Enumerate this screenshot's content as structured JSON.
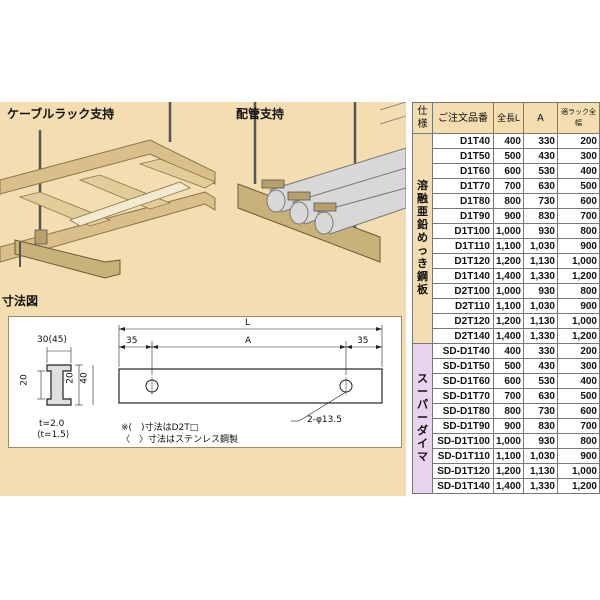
{
  "sections": {
    "cable_rack": "ケーブルラック支持",
    "pipe": "配管支持",
    "dims": "寸法図"
  },
  "dimensions": {
    "width_label": "30(45)",
    "height_outer": "40",
    "height_inner": "20",
    "side_small": "20",
    "thickness_1": "t=2.0",
    "thickness_2": "⟨t=1.5⟩",
    "length_L": "L",
    "length_A": "A",
    "offset_left": "35",
    "offset_right": "35",
    "hole": "2-φ13.5"
  },
  "notes": {
    "n1": "※(　)寸法はD2T□",
    "n2": "〈　〉寸法はステンレス鋼製"
  },
  "table": {
    "headers": {
      "spec": "仕様",
      "model": "ご注文品番",
      "length": "全長L",
      "a": "A",
      "rack_width": "適ラック全幅"
    },
    "group1_label": [
      "溶",
      "融",
      "亜",
      "鉛",
      "め",
      "っ",
      "き",
      "鋼",
      "板"
    ],
    "group2_label": [
      "ス",
      "ー",
      "パ",
      "ー",
      "ダ",
      "イ",
      "マ"
    ],
    "group1_rows": [
      {
        "model": "D1T40",
        "length": "400",
        "a": "330",
        "rack": "200"
      },
      {
        "model": "D1T50",
        "length": "500",
        "a": "430",
        "rack": "300"
      },
      {
        "model": "D1T60",
        "length": "600",
        "a": "530",
        "rack": "400"
      },
      {
        "model": "D1T70",
        "length": "700",
        "a": "630",
        "rack": "500"
      },
      {
        "model": "D1T80",
        "length": "800",
        "a": "730",
        "rack": "600"
      },
      {
        "model": "D1T90",
        "length": "900",
        "a": "830",
        "rack": "700"
      },
      {
        "model": "D1T100",
        "length": "1,000",
        "a": "930",
        "rack": "800"
      },
      {
        "model": "D1T110",
        "length": "1,100",
        "a": "1,030",
        "rack": "900"
      },
      {
        "model": "D1T120",
        "length": "1,200",
        "a": "1,130",
        "rack": "1,000"
      },
      {
        "model": "D1T140",
        "length": "1,400",
        "a": "1,330",
        "rack": "1,200"
      },
      {
        "model": "D2T100",
        "length": "1,000",
        "a": "930",
        "rack": "800"
      },
      {
        "model": "D2T110",
        "length": "1,100",
        "a": "1,030",
        "rack": "900"
      },
      {
        "model": "D2T120",
        "length": "1,200",
        "a": "1,130",
        "rack": "1,000"
      },
      {
        "model": "D2T140",
        "length": "1,400",
        "a": "1,330",
        "rack": "1,200"
      }
    ],
    "group2_rows": [
      {
        "model": "SD-D1T40",
        "length": "400",
        "a": "330",
        "rack": "200"
      },
      {
        "model": "SD-D1T50",
        "length": "500",
        "a": "430",
        "rack": "300"
      },
      {
        "model": "SD-D1T60",
        "length": "600",
        "a": "530",
        "rack": "400"
      },
      {
        "model": "SD-D1T70",
        "length": "700",
        "a": "630",
        "rack": "500"
      },
      {
        "model": "SD-D1T80",
        "length": "800",
        "a": "730",
        "rack": "600"
      },
      {
        "model": "SD-D1T90",
        "length": "900",
        "a": "830",
        "rack": "700"
      },
      {
        "model": "SD-D1T100",
        "length": "1,000",
        "a": "930",
        "rack": "800"
      },
      {
        "model": "SD-D1T110",
        "length": "1,100",
        "a": "1,030",
        "rack": "900"
      },
      {
        "model": "SD-D1T120",
        "length": "1,200",
        "a": "1,130",
        "rack": "1,000"
      },
      {
        "model": "SD-D1T140",
        "length": "1,400",
        "a": "1,330",
        "rack": "1,200"
      }
    ]
  },
  "colors": {
    "panel": "#f3ddb1",
    "group2": "#e8d4ee",
    "metal": "#c9b27a"
  }
}
